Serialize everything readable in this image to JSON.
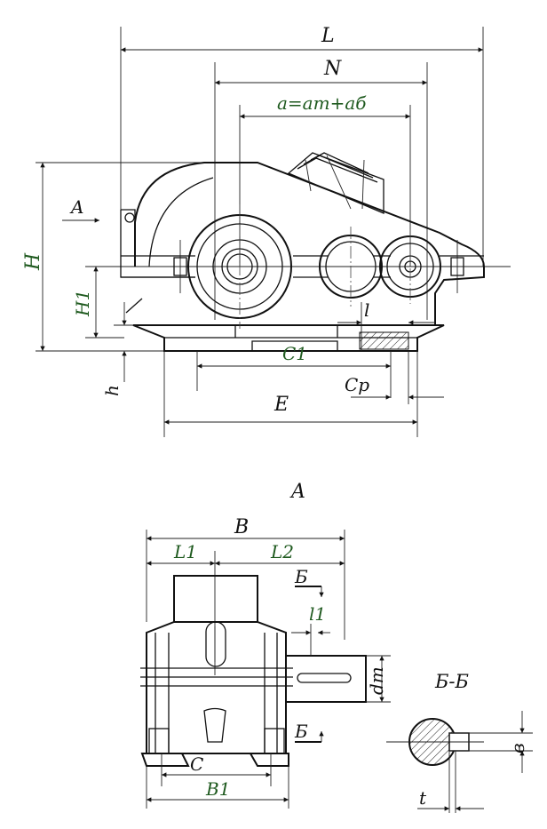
{
  "diagram": {
    "labels": {
      "L": "L",
      "N": "N",
      "a_formula": "a=aт+aб",
      "H": "H",
      "H1": "H1",
      "A_arrow": "A",
      "l": "l",
      "C1": "C1",
      "Cp": "Cp",
      "h": "h",
      "E": "E",
      "view_A": "A",
      "B": "B",
      "L1": "L1",
      "L2": "L2",
      "B_cut_top": "Б",
      "l1": "l1",
      "dT": "dт",
      "B_cut_bottom": "Б",
      "C": "C",
      "B1": "B1",
      "section": "Б-Б",
      "b": "в",
      "t": "t"
    },
    "colors": {
      "line": "#111111",
      "green_label": "#1f5a1f",
      "background": "#ffffff"
    }
  }
}
